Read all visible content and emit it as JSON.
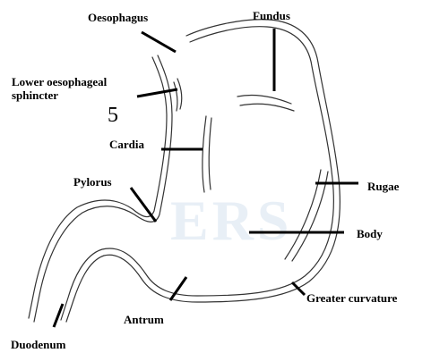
{
  "figure_number": "5",
  "labels": {
    "oesophagus": "Oesophagus",
    "fundus": "Fundus",
    "lower_sphincter_line1": "Lower oesophageal",
    "lower_sphincter_line2": "sphincter",
    "cardia": "Cardia",
    "pylorus": "Pylorus",
    "rugae": "Rugae",
    "body": "Body",
    "greater_curvature": "Greater curvature",
    "antrum": "Antrum",
    "duodenum": "Duodenum"
  },
  "colors": {
    "outline": "#333333",
    "leader": "#000000",
    "watermark": "#d7e3ef"
  }
}
